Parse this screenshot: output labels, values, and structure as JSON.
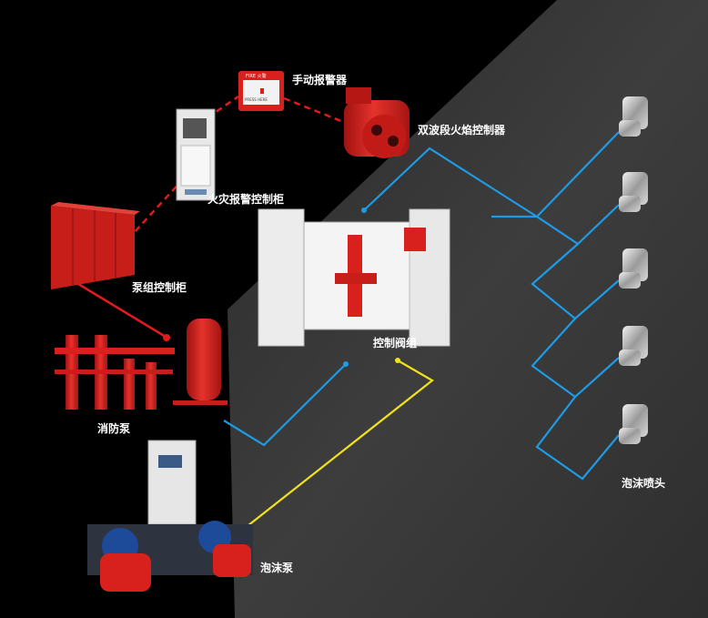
{
  "labels": {
    "manual_alarm": "手动报警器",
    "dual_flame_controller": "双波段火焰控制器",
    "fire_alarm_cabinet": "火灾报警控制柜",
    "pump_control_cabinet": "泵组控制柜",
    "control_valve_group": "控制阀组",
    "fire_pump": "消防泵",
    "foam_pump": "泡沫泵",
    "foam_nozzle": "泡沫喷头"
  },
  "device_text": {
    "manual_alarm_plate": "FIRE 火警",
    "manual_alarm_press": "PRESS HERE"
  },
  "colors": {
    "background": "#000000",
    "wedge": "#3a3a3a",
    "alarm_link": "#e01b1b",
    "blue_link": "#1e9be6",
    "yellow_link": "#f2e21a",
    "equipment_red": "#d8201d"
  }
}
